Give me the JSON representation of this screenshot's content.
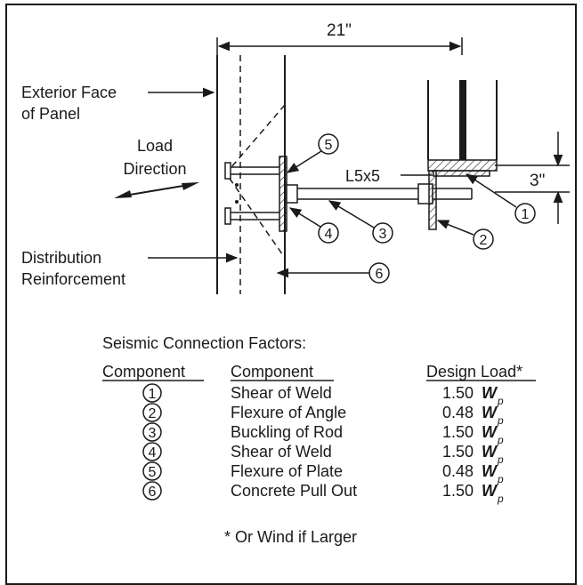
{
  "labels": {
    "dimension_top": "21\"",
    "dimension_side": "3\"",
    "exterior_face_line1": "Exterior Face",
    "exterior_face_line2": "of Panel",
    "load_line1": "Load",
    "load_line2": "Direction",
    "angle_label": "L5x5",
    "distribution_line1": "Distribution",
    "distribution_line2": "Reinforcement"
  },
  "callouts": [
    "1",
    "2",
    "3",
    "4",
    "5",
    "6"
  ],
  "table": {
    "title": "Seismic Connection Factors:",
    "headers": [
      "Component",
      "Component",
      "Design Load*"
    ],
    "rows": [
      {
        "id": "1",
        "description": "Shear of Weld",
        "factor": "1.50",
        "symbol": "W",
        "subscript": "p"
      },
      {
        "id": "2",
        "description": "Flexure of Angle",
        "factor": "0.48",
        "symbol": "W",
        "subscript": "p"
      },
      {
        "id": "3",
        "description": "Buckling of Rod",
        "factor": "1.50",
        "symbol": "W",
        "subscript": "p"
      },
      {
        "id": "4",
        "description": "Shear of Weld",
        "factor": "1.50",
        "symbol": "W",
        "subscript": "p"
      },
      {
        "id": "5",
        "description": "Flexure of Plate",
        "factor": "0.48",
        "symbol": "W",
        "subscript": "p"
      },
      {
        "id": "6",
        "description": "Concrete Pull Out",
        "factor": "1.50",
        "symbol": "W",
        "subscript": "p"
      }
    ],
    "footnote": "* Or Wind if Larger"
  }
}
